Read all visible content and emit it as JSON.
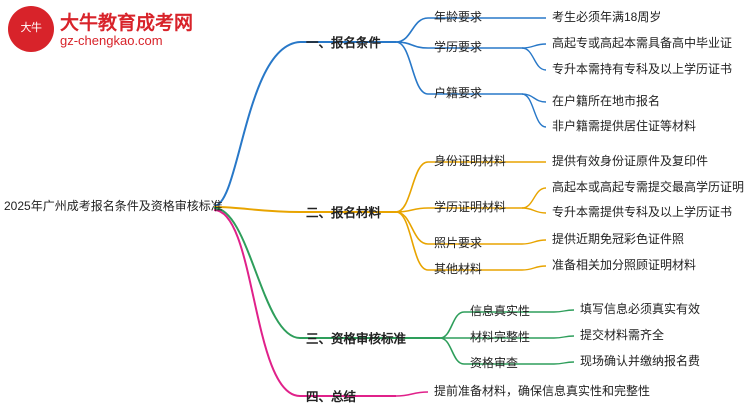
{
  "logo": {
    "mark_text": "大牛",
    "title": "大牛教育成考网",
    "subtitle": "gz-chengkao.com"
  },
  "mindmap": {
    "root": "2025年广州成考报名条件及资格审核标准",
    "branches": [
      {
        "label": "一、报名条件",
        "color": "#2878c8",
        "children": [
          {
            "label": "年龄要求",
            "items": [
              "考生必须年满18周岁"
            ]
          },
          {
            "label": "学历要求",
            "items": [
              "高起专或高起本需具备高中毕业证",
              "专升本需持有专科及以上学历证书"
            ]
          },
          {
            "label": "户籍要求",
            "items": [
              "在户籍所在地市报名",
              "非户籍需提供居住证等材料"
            ]
          }
        ]
      },
      {
        "label": "二、报名材料",
        "color": "#e8a400",
        "children": [
          {
            "label": "身份证明材料",
            "items": [
              "提供有效身份证原件及复印件"
            ]
          },
          {
            "label": "学历证明材料",
            "items": [
              "高起本或高起专需提交最高学历证明",
              "专升本需提供专科及以上学历证书"
            ]
          },
          {
            "label": "照片要求",
            "items": [
              "提供近期免冠彩色证件照"
            ]
          },
          {
            "label": "其他材料",
            "items": [
              "准备相关加分照顾证明材料"
            ]
          }
        ]
      },
      {
        "label": "三、资格审核标准",
        "color": "#2e9e5b",
        "children": [
          {
            "label": "信息真实性",
            "items": [
              "填写信息必须真实有效"
            ]
          },
          {
            "label": "材料完整性",
            "items": [
              "提交材料需齐全"
            ]
          },
          {
            "label": "资格审查",
            "items": [
              "现场确认并缴纳报名费"
            ]
          }
        ]
      },
      {
        "label": "四、总结",
        "color": "#e0218a",
        "children": [
          {
            "label": "提前准备材料，确保信息真实性和完整性",
            "items": []
          }
        ]
      }
    ]
  }
}
